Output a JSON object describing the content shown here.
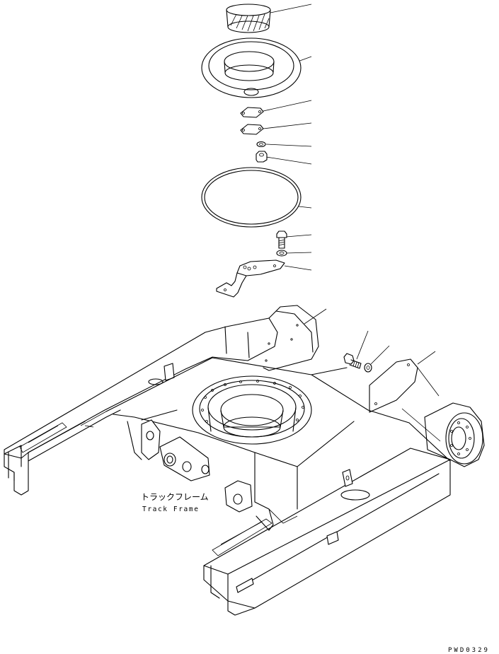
{
  "diagram": {
    "label_japanese": "トラックフレーム",
    "label_english": "Track Frame",
    "drawing_code": "PWD0329"
  },
  "colors": {
    "line": "#000000",
    "background": "#ffffff"
  }
}
